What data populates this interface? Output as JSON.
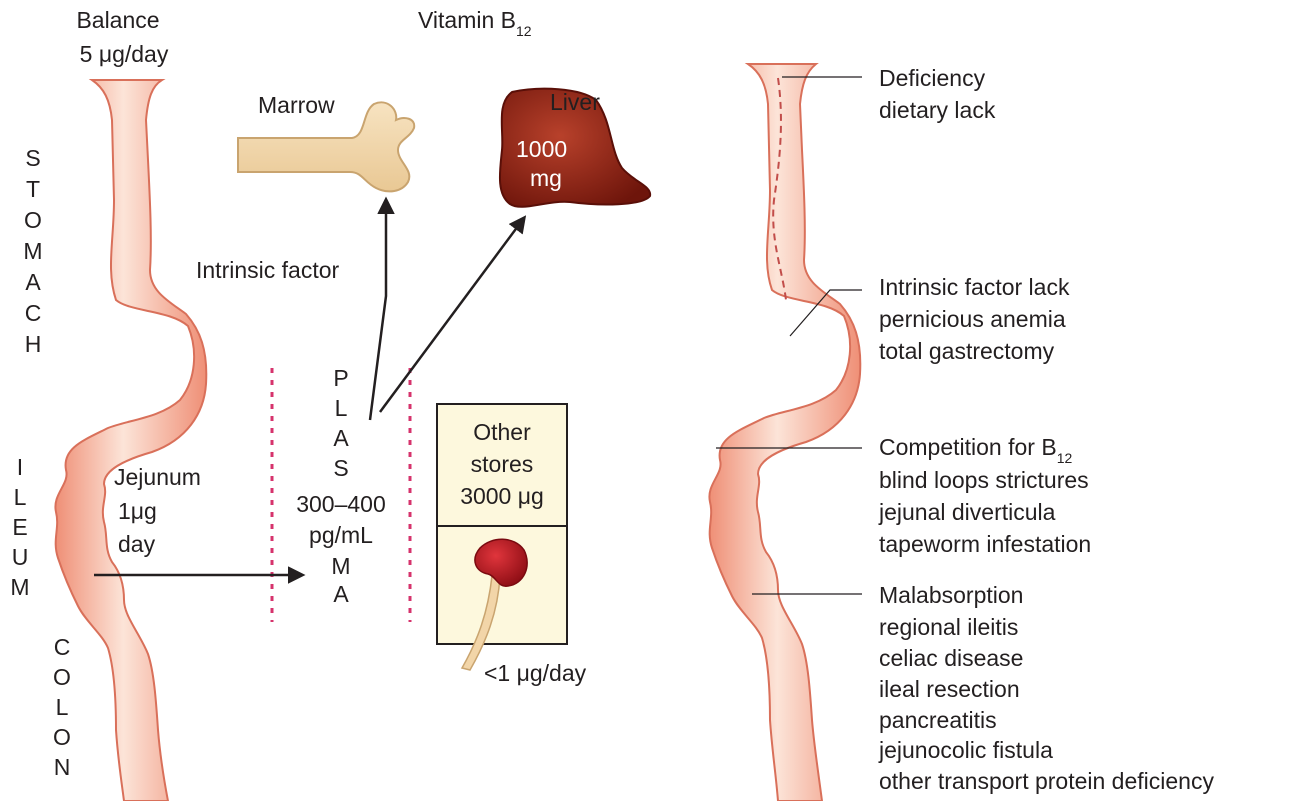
{
  "left_panel": {
    "balance": "Balance",
    "balance_value": "5 μg/day",
    "title_main": "Vitamin B",
    "title_sub": "12",
    "stomach_letters": [
      "S",
      "T",
      "O",
      "M",
      "A",
      "C",
      "H"
    ],
    "ileum_letters": [
      "I",
      "L",
      "E",
      "U",
      "M"
    ],
    "colon_letters": [
      "C",
      "O",
      "L",
      "O",
      "N"
    ],
    "marrow": "Marrow",
    "liver": "Liver",
    "liver_amount": [
      "1000",
      "mg"
    ],
    "intrinsic_factor": "Intrinsic factor",
    "jejunum": [
      "Jejunum",
      "1μg",
      "day"
    ],
    "plasma_top": [
      "P",
      "L",
      "A",
      "S"
    ],
    "plasma_value": [
      "300–400",
      "pg/mL"
    ],
    "plasma_bottom": [
      "M",
      "A"
    ],
    "other_stores": [
      "Other",
      "stores",
      "3000 μg"
    ],
    "kidney_loss": "<1 μg/day"
  },
  "right_panel": {
    "deficiency": [
      "Deficiency",
      "dietary lack"
    ],
    "intrinsic_lack": [
      "Intrinsic factor lack",
      "pernicious anemia",
      "total gastrectomy"
    ],
    "competition_main": "Competition for B",
    "competition_sub": "12",
    "competition_items": [
      "blind loops strictures",
      "jejunal diverticula",
      "tapeworm infestation"
    ],
    "malabsorption": [
      "Malabsorption",
      "regional ileitis",
      "celiac disease",
      "ileal resection",
      "pancreatitis",
      "jejunocolic fistula",
      "other transport protein deficiency"
    ]
  },
  "colors": {
    "gut": "#f3a88f",
    "gut_edge": "#d9705a",
    "bone": "#f2d5a8",
    "bone_edge": "#c9a46f",
    "liver": "#8a1f12",
    "kidney": "#b3121c",
    "box_fill": "#fdf8dd",
    "dotted": "#d6336c",
    "line": "#231f20"
  }
}
